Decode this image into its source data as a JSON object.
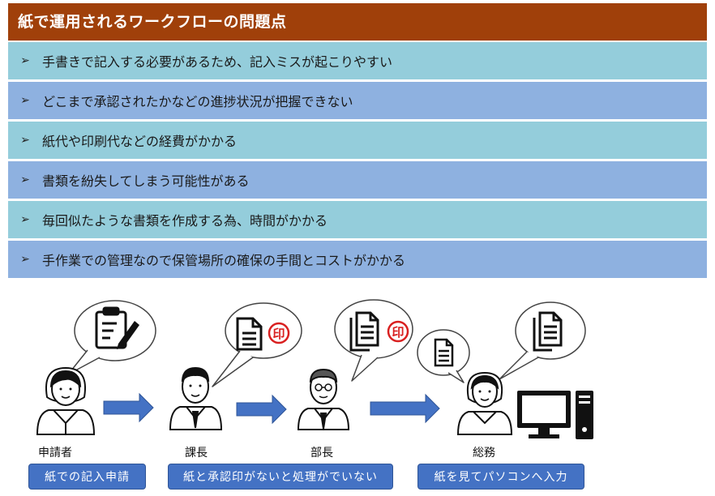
{
  "header": {
    "title": "紙で運用されるワークフローの問題点"
  },
  "problems": [
    "手書きで記入する必要があるため、記入ミスが起こりやすい",
    "どこまで承認されたかなどの進捗状況が把握できない",
    "紙代や印刷代などの経費がかかる",
    "書類を紛失してしまう可能性がある",
    "毎回似たような書類を作成する為、時間がかかる",
    "手作業での管理なので保管場所の確保の手間とコストがかかる"
  ],
  "bullet_glyph": "➢",
  "row_colors": [
    "#94cddb",
    "#8eb1e0"
  ],
  "seal_char": "印",
  "people": {
    "applicant": "申請者",
    "section_chief": "課長",
    "department_head": "部長",
    "general_affairs": "総務"
  },
  "steps": {
    "step1": "紙での記入申請",
    "step2": "紙と承認印がないと処理がでいない",
    "step3": "紙を見てパソコンへ入力"
  },
  "colors": {
    "header": "#a0400a",
    "arrow": "#4472c4",
    "seal": "#d92020",
    "button": "#4472c4"
  }
}
